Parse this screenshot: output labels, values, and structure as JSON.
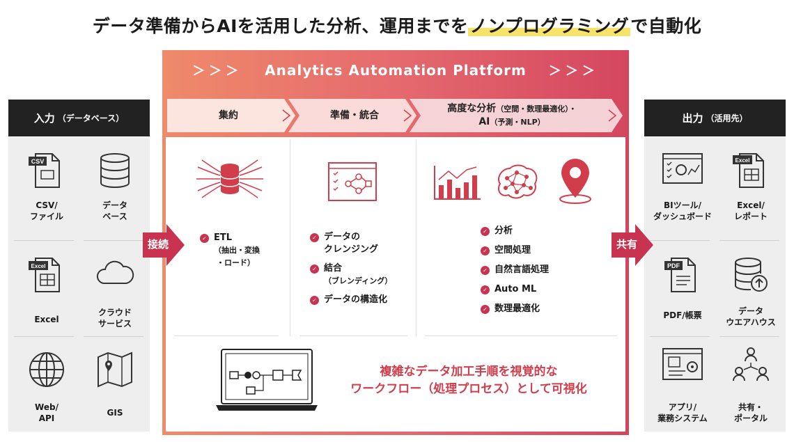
{
  "title": {
    "prefix": "データ準備からAIを活用した分析、運用までを",
    "highlight": "ノンプログラミング",
    "suffix": "で自動化"
  },
  "input": {
    "heading": "入力",
    "heading_small": "（データベース）",
    "items": [
      {
        "label": "CSV/\nファイル",
        "icon": "csv-file-icon",
        "badge": "CSV"
      },
      {
        "label": "データ\nベース",
        "icon": "database-icon"
      },
      {
        "label": "Excel",
        "icon": "excel-file-icon",
        "badge": "Excel"
      },
      {
        "label": "クラウド\nサービス",
        "icon": "cloud-icon"
      },
      {
        "label": "Web/\nAPI",
        "icon": "globe-icon"
      },
      {
        "label": "GIS",
        "icon": "map-icon"
      }
    ]
  },
  "output": {
    "heading": "出力",
    "heading_small": "（活用先）",
    "items": [
      {
        "label": "BIツール/\nダッシュボード",
        "icon": "dashboard-icon"
      },
      {
        "label": "Excel/\nレポート",
        "icon": "excel-report-icon",
        "badge": "Excel"
      },
      {
        "label": "PDF/帳票",
        "icon": "pdf-file-icon",
        "badge": "PDF"
      },
      {
        "label": "データ\nウエアハウス",
        "icon": "data-warehouse-icon"
      },
      {
        "label": "アプリ/\n業務システム",
        "icon": "app-system-icon"
      },
      {
        "label": "共有・\nポータル",
        "icon": "share-portal-icon"
      }
    ]
  },
  "connectors": {
    "left": "接続",
    "right": "共有"
  },
  "platform": {
    "title": "Analytics Automation Platform",
    "chevrons": "＞＞＞",
    "stages": [
      {
        "label": "集約"
      },
      {
        "label": "準備・統合"
      },
      {
        "label": "高度な分析",
        "label_small": "（空間・数理最適化）・",
        "label2": "AI",
        "label2_small": "（予測・NLP）"
      }
    ],
    "col1": [
      {
        "text": "ETL",
        "sub1": "（抽出・変換",
        "sub2": "・ロード）"
      }
    ],
    "col2": [
      {
        "text": "データの",
        "text2": "クレンジング"
      },
      {
        "text": "結合",
        "sub1": "（ブレンディング）"
      },
      {
        "text": "データの構造化"
      }
    ],
    "col3": [
      {
        "text": "分析"
      },
      {
        "text": "空間処理"
      },
      {
        "text": "自然言語処理"
      },
      {
        "text": "Auto ML"
      },
      {
        "text": "数理最適化"
      }
    ],
    "workflow_text": "複雑なデータ加工手順を視覚的な\nワークフロー（処理プロセス）として可視化"
  },
  "colors": {
    "accent": "#d23d4c",
    "gradient_start": "#ef8a6a",
    "gradient_end": "#d4465e",
    "highlight": "#f7e36a",
    "side_head": "#222222",
    "side_body": "#eeeeee"
  }
}
